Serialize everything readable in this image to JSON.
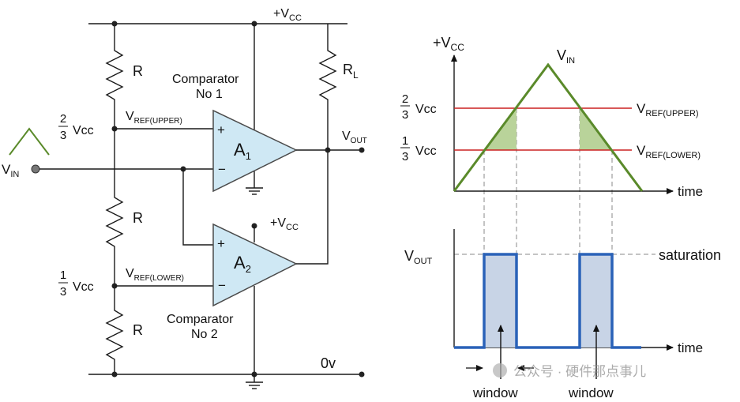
{
  "circuit": {
    "vcc_top": "+V",
    "vcc_top_sub": "CC",
    "vcc_mid": "+V",
    "vcc_mid_sub": "CC",
    "r1": "R",
    "r2": "R",
    "r3": "R",
    "rl": "R",
    "rl_sub": "L",
    "comp1_line1": "Comparator",
    "comp1_line2": "No 1",
    "comp2_line1": "Comparator",
    "comp2_line2": "No 2",
    "a1": "A",
    "a1_sub": "1",
    "a2": "A",
    "a2_sub": "2",
    "vref_upper": "V",
    "vref_upper_sub": "REF(UPPER)",
    "vref_lower": "V",
    "vref_lower_sub": "REF(LOWER)",
    "frac_upper_num": "2",
    "frac_upper_den": "3",
    "frac_upper_unit": "Vcc",
    "frac_lower_num": "1",
    "frac_lower_den": "3",
    "frac_lower_unit": "Vcc",
    "vin": "V",
    "vin_sub": "IN",
    "vout": "V",
    "vout_sub": "OUT",
    "ground": "0v",
    "plus": "+",
    "minus": "−"
  },
  "graph": {
    "vcc": "+V",
    "vcc_sub": "CC",
    "vin": "V",
    "vin_sub": "IN",
    "frac_upper_num": "2",
    "frac_upper_den": "3",
    "frac_upper_unit": "Vcc",
    "frac_lower_num": "1",
    "frac_lower_den": "3",
    "frac_lower_unit": "Vcc",
    "ref_upper": "V",
    "ref_upper_sub": "REF(UPPER)",
    "ref_lower": "V",
    "ref_lower_sub": "REF(LOWER)",
    "time_top": "time",
    "time_bottom": "time",
    "vout": "V",
    "vout_sub": "OUT",
    "saturation": "saturation",
    "window1": "window",
    "window2": "window"
  },
  "watermark": "公众号 · 硬件那点事儿",
  "colors": {
    "opamp_fill": "#cfe8f4",
    "opamp_stroke": "#4a4a4a",
    "ramp": "#5a8a2a",
    "window_fill": "#b9d39a",
    "ref_line": "#cc2020",
    "pulse": "#2a62b8",
    "pulse_fill": "#c8d4e6",
    "dash": "#8a8a8a"
  }
}
